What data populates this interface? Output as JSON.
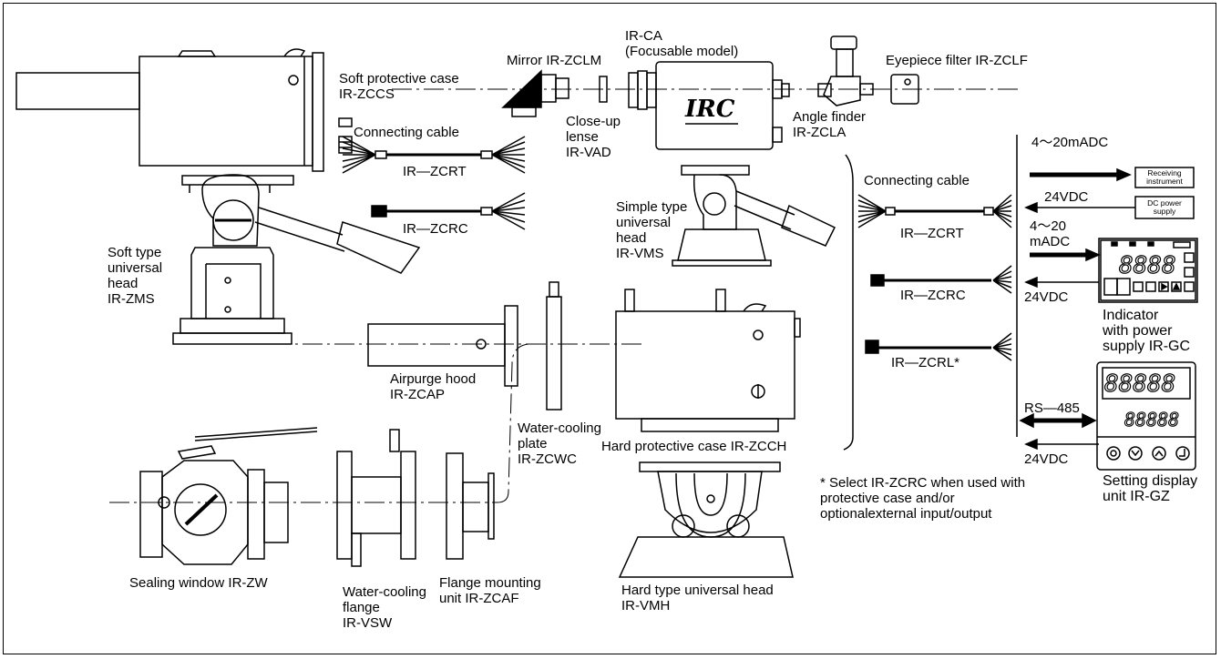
{
  "labels": {
    "soft_case": "Soft protective case\nIR-ZCCS",
    "mirror": "Mirror IR-ZCLM",
    "ir_ca": "IR-CA\n(Focusable model)",
    "eyepiece": "Eyepiece filter IR-ZCLF",
    "closeup": "Close-up\nlense\nIR-VAD",
    "angle_finder": "Angle finder\nIR-ZCLA",
    "conn_cable_left": "Connecting cable",
    "zcrt_left": "IR—ZCRT",
    "zcrc_left": "IR—ZCRC",
    "simple_head": "Simple type\nuniversal\nhead\nIR-VMS",
    "soft_head": "Soft type\nuniversal\nhead\nIR-ZMS",
    "conn_cable_right": "Connecting cable",
    "zcrt_right": "IR—ZCRT",
    "zcrc_right": "IR—ZCRC",
    "zcrl_right": "IR—ZCRL*",
    "airpurge": "Airpurge hood\nIR-ZCAP",
    "wc_plate": "Water-cooling\nplate\nIR-ZCWC",
    "hard_case": "Hard protective case IR-ZCCH",
    "sealing": "Sealing window IR-ZW",
    "wc_flange": "Water-cooling\nflange\nIR-VSW",
    "flange_unit": "Flange mounting\nunit IR-ZCAF",
    "hard_head": "Hard type universal head\nIR-VMH",
    "note": "* Select IR-ZCRC when used with\n   protective case and/or\n   optionalexternal input/output",
    "sig_4_20": "4～20mADC",
    "sig_24v_1": "24VDC",
    "sig_4_20_b": "4～20\nmADC",
    "sig_24v_2": "24VDC",
    "sig_rs485": "RS—485",
    "sig_24v_3": "24VDC",
    "receiving": "Receiving\ninstrument",
    "dc_power": "DC power\nsupply",
    "indicator": "Indicator\nwith power\nsupply IR-GC",
    "setting_unit": "Setting display\nunit IR-GZ",
    "brand": "IRC"
  },
  "colors": {
    "ink": "#000000",
    "paper": "#ffffff"
  }
}
